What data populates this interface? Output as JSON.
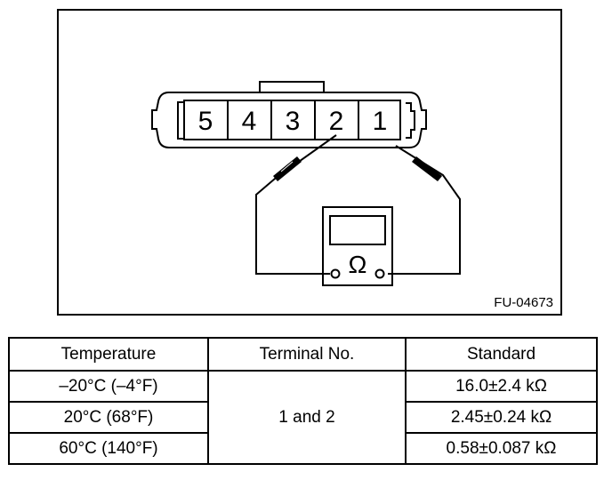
{
  "figure": {
    "id": "FU-04673",
    "terminals": [
      "5",
      "4",
      "3",
      "2",
      "1"
    ],
    "meter_symbol": "Ω"
  },
  "table": {
    "headers": [
      "Temperature",
      "Terminal No.",
      "Standard"
    ],
    "rows": [
      {
        "temperature": "–20°C (–4°F)",
        "standard": "16.0±2.4 kΩ"
      },
      {
        "temperature": "20°C (68°F)",
        "standard": "2.45±0.24 kΩ"
      },
      {
        "temperature": "60°C (140°F)",
        "standard": "0.58±0.087 kΩ"
      }
    ],
    "terminal_no": "1 and 2"
  }
}
